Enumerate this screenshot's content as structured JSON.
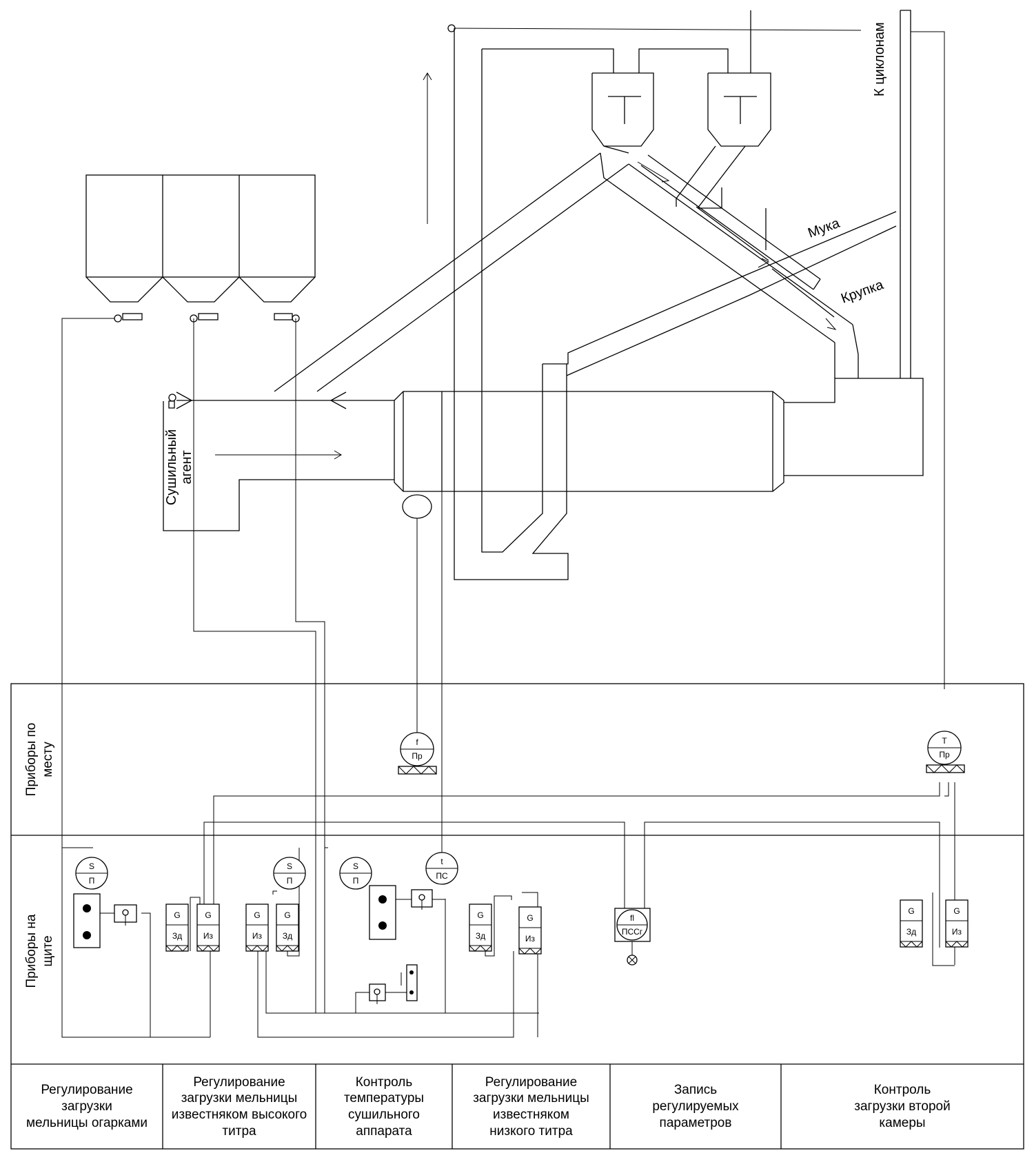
{
  "labels": {
    "to_cyclones": "К циклонам",
    "flour": "Мука",
    "grit": "Крупка",
    "drying_agent": "Сушильный\nагент"
  },
  "rows": {
    "field_instruments": "Приборы по\nместу",
    "panel_instruments": "Приборы на\nщите"
  },
  "instruments": {
    "field_f": {
      "top": "f",
      "bottom": "Пр"
    },
    "field_T": {
      "top": "T",
      "bottom": "Пр"
    },
    "s1": {
      "top": "S",
      "bottom": "П"
    },
    "s2": {
      "top": "S",
      "bottom": "П"
    },
    "s3": {
      "top": "S",
      "bottom": "П"
    },
    "t_ps": {
      "top": "t",
      "bottom": "ПС"
    },
    "fl_pssg": {
      "top": "fl",
      "bottom": "ПССг"
    },
    "g_zd_1": {
      "top": "G",
      "bottom": "Зд"
    },
    "g_iz_1": {
      "top": "G",
      "bottom": "Из"
    },
    "g_iz_2": {
      "top": "G",
      "bottom": "Из"
    },
    "g_zd_2": {
      "top": "G",
      "bottom": "Зд"
    },
    "g_zd_3": {
      "top": "G",
      "bottom": "Зд"
    },
    "g_iz_3": {
      "top": "G",
      "bottom": "Из"
    },
    "g_zd_4": {
      "top": "G",
      "bottom": "Зд"
    },
    "g_iz_4": {
      "top": "G",
      "bottom": "Из"
    }
  },
  "columns": [
    "Регулирование\nзагрузки\nмельницы огарками",
    "Регулирование\nзагрузки мельницы\nизвестняком высокого\nтитра",
    "Контроль\nтемпературы\nсушильного\nаппарата",
    "Регулирование\nзагрузки мельницы\nизвестняком\nнизкого титра",
    "Запись\nрегулируемых\nпараметров",
    "Контроль\nзагрузки второй\nкамеры"
  ]
}
